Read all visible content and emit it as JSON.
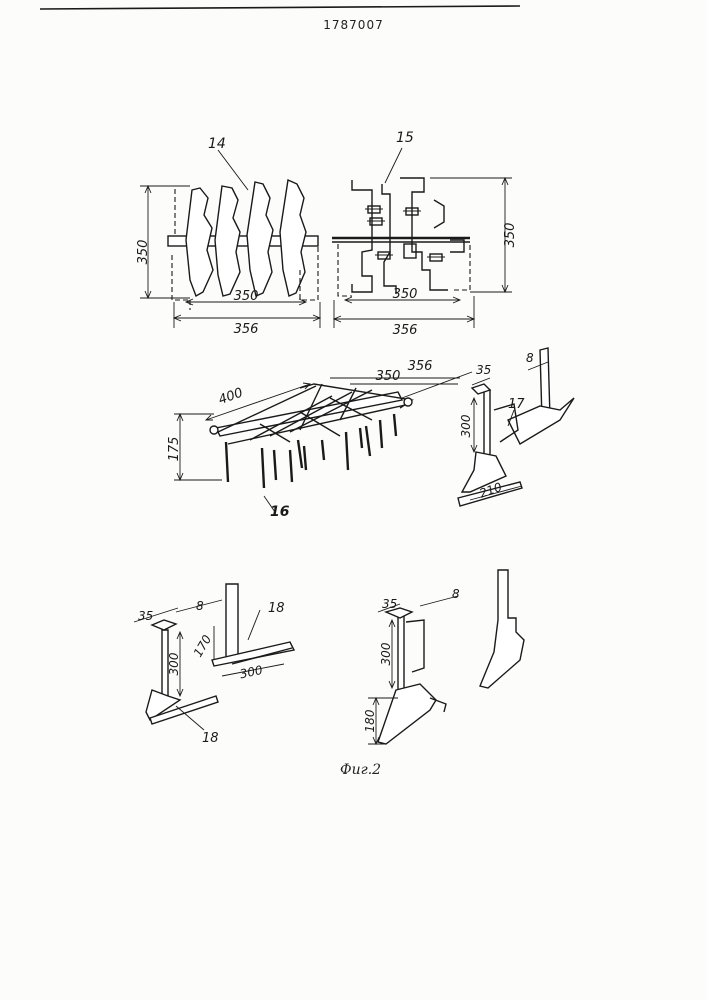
{
  "document_number": "1787007",
  "figure_caption": "Фиг.2",
  "parts": {
    "disc_harrow": {
      "label": "14",
      "height": "350",
      "width_inner": "350",
      "width_outer": "356"
    },
    "tooth_rotor": {
      "label": "15",
      "height": "350",
      "width_inner": "350",
      "width_outer": "356"
    },
    "harrow_frame": {
      "label": "16",
      "length": "400",
      "height": "175",
      "span_inner": "350",
      "span_outer": "356"
    },
    "plough_top": {
      "label": "17",
      "blade_width": "35",
      "thickness": "8",
      "height": "300",
      "share_length": "210"
    },
    "plough_bottom_left": {
      "label_1": "18",
      "label_2": "18",
      "blade_width": "35",
      "thickness": "8",
      "height": "300",
      "share_height": "170",
      "share_length": "300"
    },
    "plough_bottom_right": {
      "blade_width": "35",
      "thickness": "8",
      "height": "300",
      "share_height": "180"
    }
  }
}
